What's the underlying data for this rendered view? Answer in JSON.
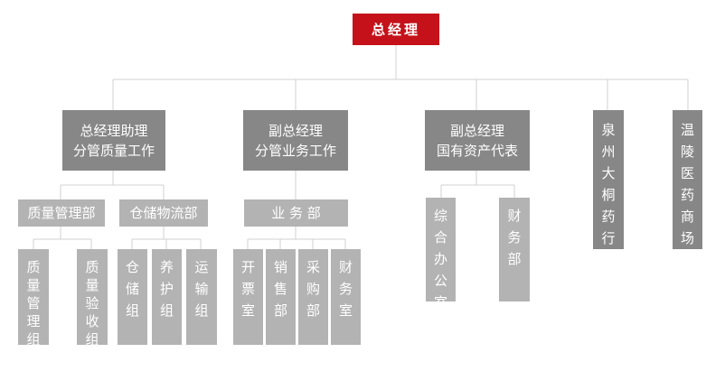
{
  "root": {
    "label": "总经理"
  },
  "level1": [
    {
      "lines": [
        "总经理助理",
        "分管质量工作"
      ]
    },
    {
      "lines": [
        "副总经理",
        "分管业务工作"
      ]
    },
    {
      "lines": [
        "副总经理",
        "国有资产代表"
      ]
    },
    {
      "label": "泉州大桐药行"
    },
    {
      "label": "温陵医药商场"
    }
  ],
  "level2": [
    {
      "label": "质量管理部"
    },
    {
      "label": "仓储物流部"
    },
    {
      "label": "业 务 部"
    },
    {
      "label": "综合办公室"
    },
    {
      "label": "财务部"
    }
  ],
  "level3": [
    {
      "label": "质量管理组"
    },
    {
      "label": "质量验收组"
    },
    {
      "label": "仓储组"
    },
    {
      "label": "养护组"
    },
    {
      "label": "运输组"
    },
    {
      "label": "开票室"
    },
    {
      "label": "销售部"
    },
    {
      "label": "采购部"
    },
    {
      "label": "财务室"
    }
  ]
}
